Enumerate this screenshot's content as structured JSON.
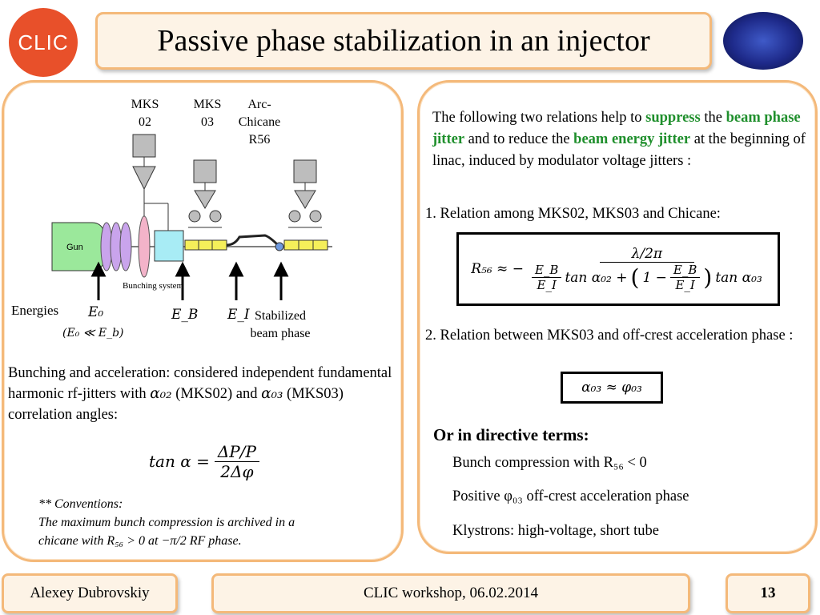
{
  "title": "Passive phase stabilization in an injector",
  "logo_left_text": "CLIC",
  "diagram": {
    "mks02": "MKS\n02",
    "mks03": "MKS\n03",
    "arc": "Arc-\nChicane\nR56",
    "gun": "Gun",
    "bunching": "Bunching system",
    "energies": "Energies",
    "e0": "E₀",
    "e0_note": "(E₀ ≪ E_b)",
    "eb": "E_B",
    "ei": "E_I",
    "stabilized": "Stabilized\nbeam phase"
  },
  "left": {
    "para_1": "Bunching and acceleration: considered independent fundamental harmonic rf-jitters with",
    "alpha02": "α₀₂",
    "para_2": "(MKS02) and",
    "alpha03": "α₀₃",
    "para_3": "(MKS03) correlation angles:",
    "tan_lhs": "tan α =",
    "tan_num": "ΔP/P",
    "tan_den": "2Δφ",
    "conv_title": "** Conventions:",
    "conv_1": "The maximum bunch compression is archived in a",
    "conv_2": "chicane with R₅₆ > 0 at −π/2 RF phase."
  },
  "right": {
    "intro_1": "The following two relations help to",
    "suppress": "suppress",
    "intro_2": "the",
    "beam_phase_jitter": "beam phase jitter",
    "intro_3": "and to reduce the",
    "beam_energy_jitter": "beam energy jitter",
    "intro_4": "at  the beginning of linac, induced by modulator voltage jitters :",
    "rel1": "1. Relation among MKS02, MKS03 and Chicane:",
    "f1_lhs": "R₅₆ ≈ −",
    "f1_num": "λ/2π",
    "f1_eb": "E_B",
    "f1_ei": "E_I",
    "f1_tan02": "tan α₀₂ +",
    "f1_one": "1 −",
    "f1_tan03": "tan α₀₃",
    "rel2": "2. Relation between MKS03 and off-crest acceleration phase :",
    "f2": "α₀₃ ≈ φ₀₃",
    "directive": "Or in directive terms:",
    "bullet_1": "Bunch compression with R₅₆ < 0",
    "bullet_2": "Positive φ₀₃ off-crest acceleration phase",
    "bullet_3": "Klystrons: high-voltage, short tube"
  },
  "footer": {
    "author": "Alexey Dubrovskiy",
    "event": "CLIC workshop, 06.02.2014",
    "page": "13"
  },
  "colors": {
    "accent_orange": "#f4b97a",
    "highlight_green": "#1f8f2c",
    "logo_red": "#e8502a"
  }
}
